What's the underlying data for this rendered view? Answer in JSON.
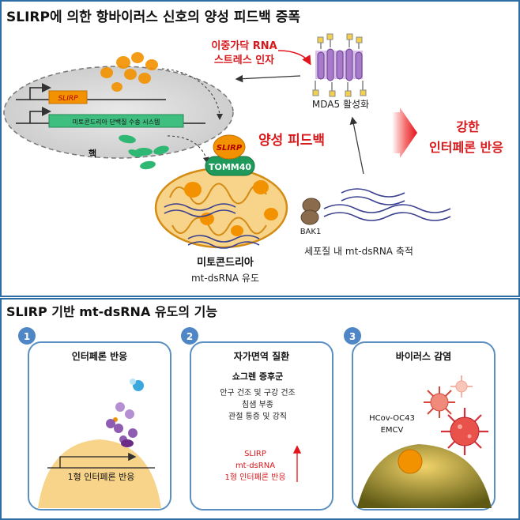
{
  "top": {
    "title": "SLIRP에 의한 항바이러스 신호의 양성 피드백 증폭",
    "nucleus": {
      "gene_slirp": "SLIRP",
      "gene_transport": "미토콘드리아 단백질 수송 시스템",
      "label": "핵"
    },
    "dsrna_stress_line1": "이중가닥 RNA",
    "dsrna_stress_line2": "스트레스 인자",
    "mda5_label": "MDA5 활성화",
    "positive_feedback": "양성 피드백",
    "strong_ifn_line1": "강한",
    "strong_ifn_line2": "인터페론 반응",
    "slirp_protein": "SLIRP",
    "tomm40": "TOMM40",
    "bak1": "BAK1",
    "mito_label": "미토콘드리아",
    "mito_sublabel": "mt-dsRNA 유도",
    "cytosol_accumulation": "세포질 내 mt-dsRNA 축적"
  },
  "bottom": {
    "title": "SLIRP 기반 mt-dsRNA 유도의 기능",
    "panels": [
      {
        "number": "1",
        "title": "인터페론 반응",
        "cell_label": "1형 인터페론 반응"
      },
      {
        "number": "2",
        "title": "자가면역 질환",
        "disease": "쇼그렌 증후군",
        "symptoms": [
          "안구 건조 및 구강 건조",
          "침샘 부종",
          "관절 통증 및 강직"
        ],
        "markers": [
          "SLIRP",
          "mt-dsRNA",
          "1형 인터페론 반응"
        ]
      },
      {
        "number": "3",
        "title": "바이러스 감염",
        "viruses_line1": "HCov-OC43",
        "viruses_line2": "EMCV"
      }
    ]
  },
  "colors": {
    "section_border": "#2e6da4",
    "panel_border": "#5b8fc2",
    "red_text": "#d7191c",
    "orange_protein": "#f39200",
    "green_protein": "#2eb873",
    "mito_fill": "#f7d48a",
    "number_badge": "#4f86c6"
  }
}
